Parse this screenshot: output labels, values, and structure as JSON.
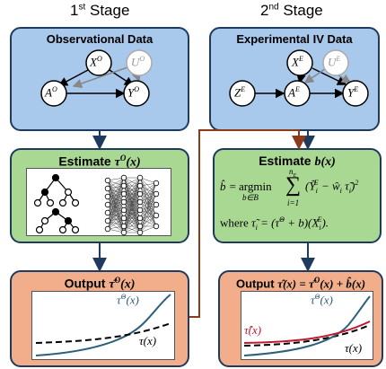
{
  "stages": {
    "first": {
      "base": "1",
      "sup": "st",
      "word": "Stage"
    },
    "second": {
      "base": "2",
      "sup": "nd",
      "word": "Stage"
    }
  },
  "obs_box": {
    "title": "Observational Data",
    "nodes": {
      "x": "X",
      "x_sup": "O",
      "u": "U",
      "u_sup": "O",
      "a": "A",
      "a_sup": "O",
      "y": "Y",
      "y_sup": "O"
    }
  },
  "exp_box": {
    "title": "Experimental IV Data",
    "nodes": {
      "x": "X",
      "x_sup": "E",
      "u": "U",
      "u_sup": "E",
      "z": "Z",
      "z_sup": "E",
      "a": "A",
      "a_sup": "E",
      "y": "Y",
      "y_sup": "E"
    }
  },
  "estimate_tau": {
    "label": "Estimate ",
    "sym": "τ",
    "sup": "O",
    "arg": "(x)"
  },
  "estimate_b": {
    "label": "Estimate ",
    "sym": "b(x)",
    "bhat": "b̂ =",
    "argmin": "argmin",
    "argmin_sub": "b∈B",
    "sum_top": "n",
    "sum_top_sub": "E",
    "sum_bottom": "i=1",
    "term": "(Ỹ",
    "term_sub": "i",
    "term_sup": "E",
    "term_rest": " − ŵ",
    "term_rest_sub": "i",
    "term_tail": " τ̃",
    "term_tail_sub": "i",
    "close": ")",
    "square": "2",
    "where": "where ",
    "where_expr": "τ̃",
    "where_sub": "i",
    "where_rest": " = (τ̂",
    "where_sup": "O",
    "where_rest2": " + b)(X",
    "where_sub2": "i",
    "where_sup2": "E",
    "where_end": ")."
  },
  "output_left": {
    "label": "Output ",
    "expr": "τ̂",
    "sup": "O",
    "arg": "(x)",
    "curve_labels": {
      "tau_hat_o": "τ̂",
      "tau_hat_o_sup": "O",
      "tau_hat_o_arg": "(x)",
      "tau": "τ(x)"
    }
  },
  "output_right": {
    "label": "Output ",
    "expr": "τ̂(x) = τ̂",
    "sup": "O",
    "expr2": "(x) + ",
    "bhat": "b̂(x)",
    "curve_labels": {
      "tau_hat_o": "τ̂",
      "tau_hat_o_sup": "O",
      "tau_hat_o_arg": "(x)",
      "tau_hat": "τ̂(x)",
      "tau": "τ(x)"
    }
  },
  "colors": {
    "blue_box": "#a8c8ec",
    "green_box": "#a9d892",
    "orange_box": "#f2ad8a",
    "curve_blue": "#2b5f7a",
    "curve_red": "#c0182c",
    "connector": "#8b3a1a",
    "arrow": "#1f3a5f"
  },
  "icons": [
    "decision-tree-icon",
    "neural-network-icon"
  ]
}
